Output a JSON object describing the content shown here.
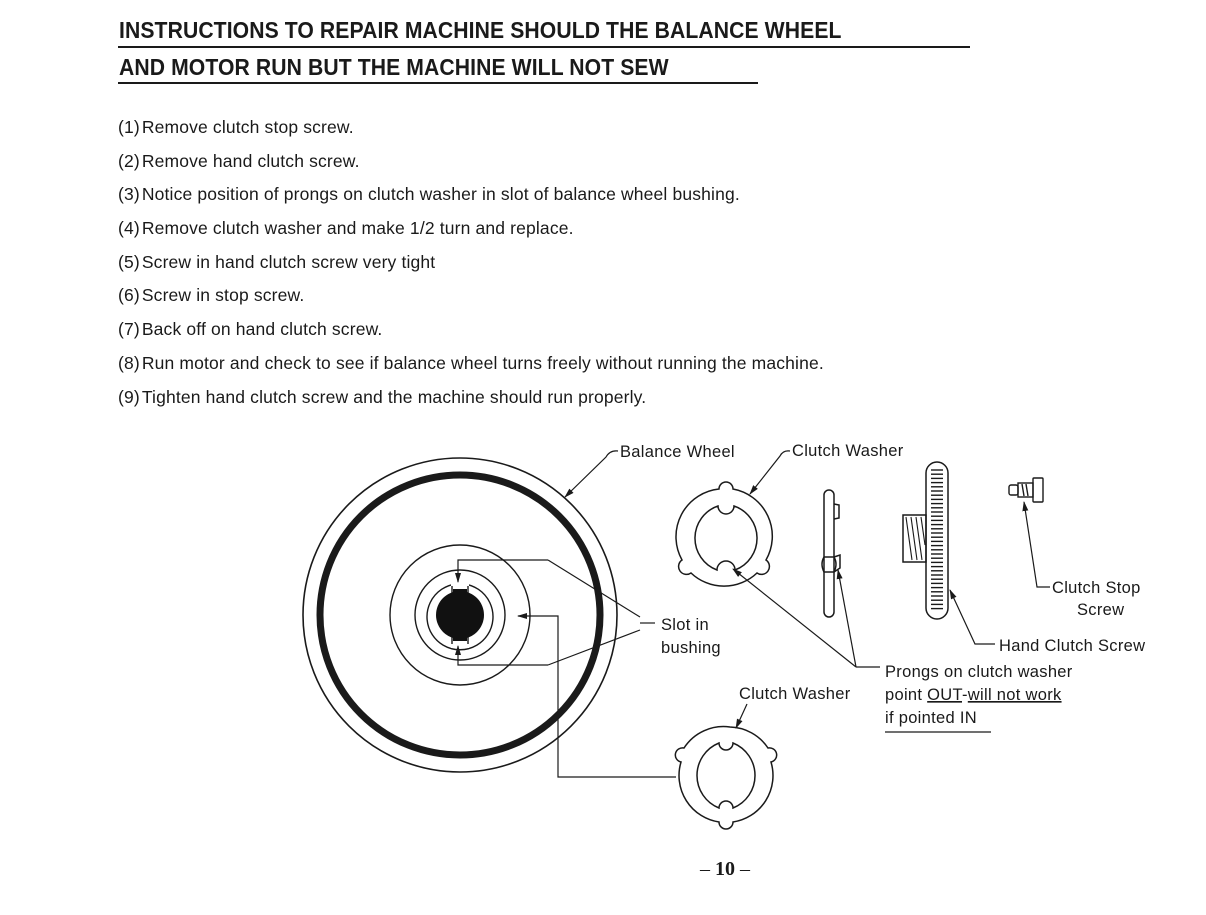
{
  "document": {
    "title_lines": [
      "INSTRUCTIONS TO REPAIR MACHINE SHOULD THE BALANCE WHEEL",
      "AND MOTOR RUN BUT THE MACHINE WILL NOT SEW"
    ],
    "steps": [
      {
        "num": "(1)",
        "text": "Remove clutch stop screw."
      },
      {
        "num": "(2)",
        "text": "Remove hand clutch screw."
      },
      {
        "num": "(3)",
        "text": "Notice position of prongs on clutch washer in slot of balance wheel bushing."
      },
      {
        "num": "(4)",
        "text": "Remove clutch washer and make 1/2 turn and replace."
      },
      {
        "num": "(5)",
        "text": "Screw in hand clutch screw very tight"
      },
      {
        "num": "(6)",
        "text": "Screw in stop screw."
      },
      {
        "num": "(7)",
        "text": "Back off on hand clutch screw."
      },
      {
        "num": "(8)",
        "text": "Run motor and check to see if balance wheel turns freely without running the machine."
      },
      {
        "num": "(9)",
        "text": "Tighten hand clutch screw and the machine should run properly."
      }
    ],
    "page_number": "10",
    "page_dash_left": "–",
    "page_dash_right": "–"
  },
  "diagram": {
    "labels": {
      "balance_wheel": "Balance Wheel",
      "clutch_washer_top": "Clutch Washer",
      "clutch_stop_screw_1": "Clutch Stop",
      "clutch_stop_screw_2": "Screw",
      "hand_clutch_screw": "Hand Clutch Screw",
      "slot_in_bushing_1": "Slot in",
      "slot_in_bushing_2": "bushing",
      "clutch_washer_bottom": "Clutch Washer",
      "prongs_note_1": "Prongs on clutch washer",
      "prongs_note_2a": "point ",
      "prongs_note_2b": "OUT",
      "prongs_note_2c": "-",
      "prongs_note_2d": "will not work",
      "prongs_note_3": "if pointed IN"
    }
  }
}
